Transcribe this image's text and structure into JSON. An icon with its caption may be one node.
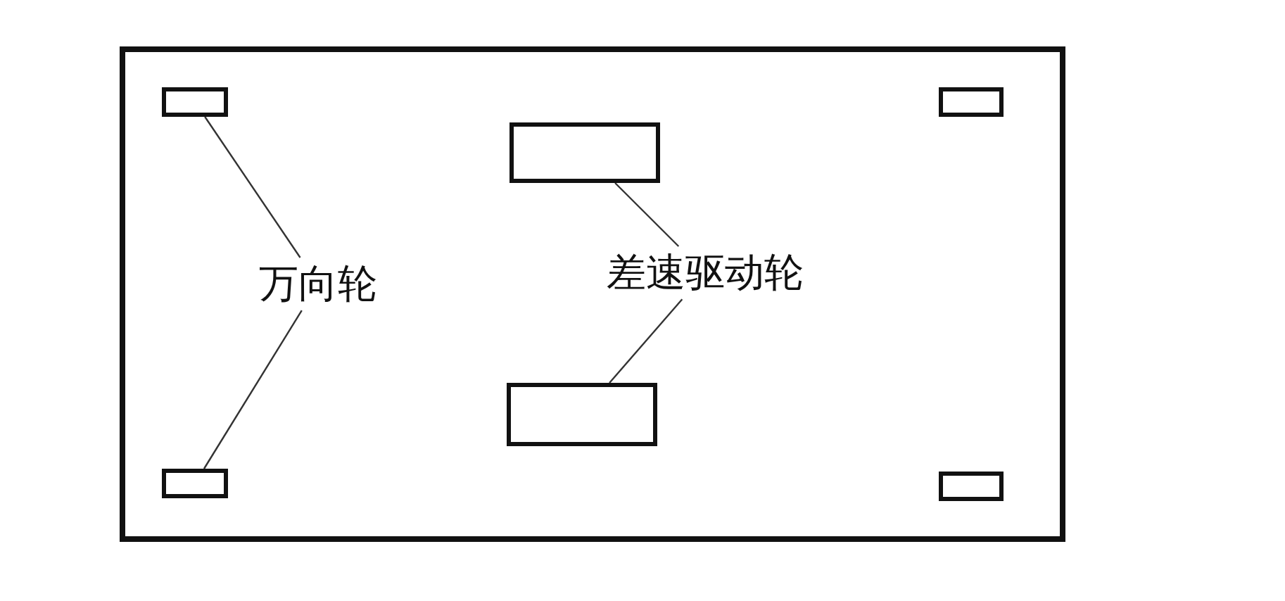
{
  "diagram": {
    "nodes": [
      {
        "text": [],
        "shape": "box"
      },
      {
        "text": [],
        "shape": "box",
        "in": 0
      },
      {
        "text": [],
        "shape": "box",
        "in": 0
      },
      {
        "text": [],
        "shape": "box",
        "in": 0
      },
      {
        "text": [
          "万向轮"
        ],
        "in": 0
      },
      {
        "text": [
          "差速驱动轮"
        ],
        "in": 0
      },
      {
        "text": [],
        "shape": "box",
        "in": 0
      },
      {
        "text": [],
        "shape": "box",
        "in": 0
      },
      {
        "text": [],
        "shape": "box",
        "in": 0
      }
    ],
    "edges": [
      {
        "from": 4,
        "to": 1,
        "arrow": "none"
      },
      {
        "from": 4,
        "to": 6,
        "arrow": "none"
      },
      {
        "from": 5,
        "to": 2,
        "arrow": "none"
      },
      {
        "from": 5,
        "to": 7,
        "arrow": "none"
      }
    ]
  }
}
